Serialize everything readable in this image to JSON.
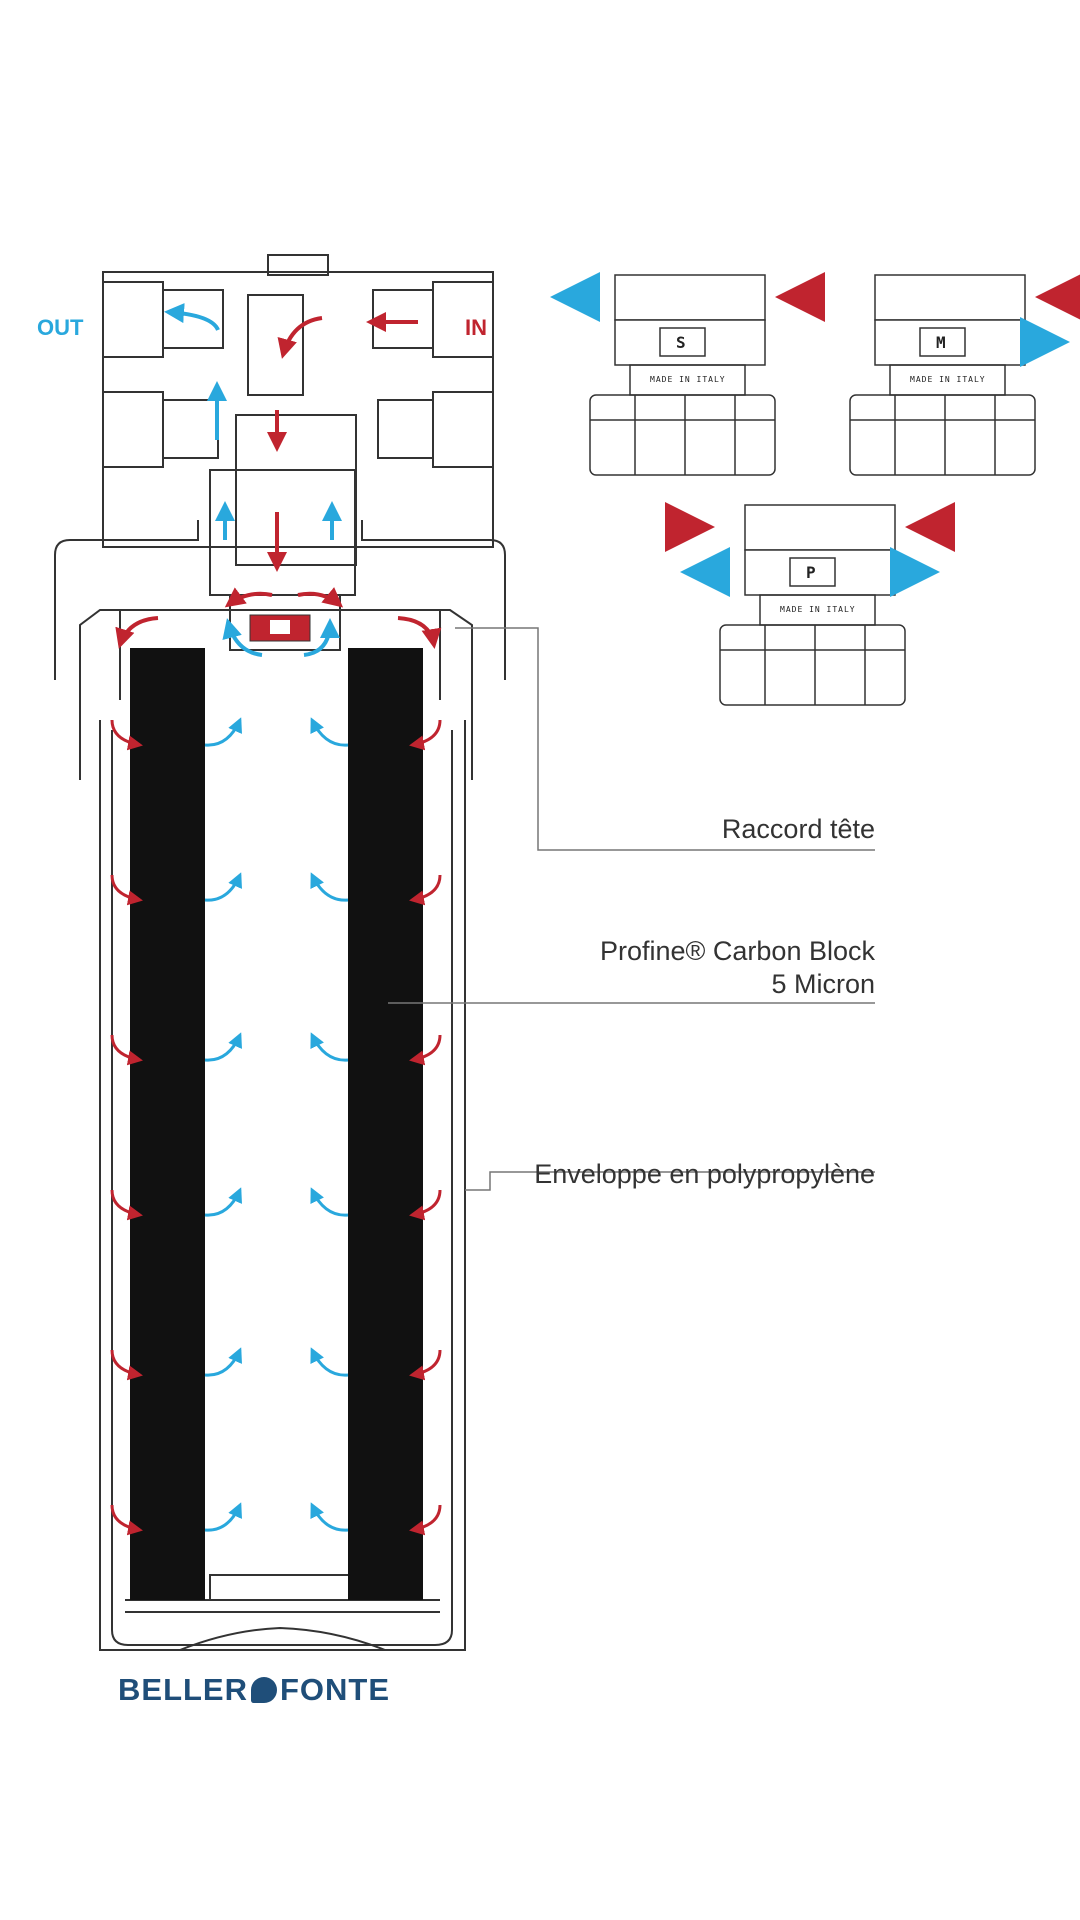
{
  "ports": {
    "out": "OUT",
    "in": "IN"
  },
  "labels": {
    "head": "Raccord tête",
    "block_line1": "Profine® Carbon Block",
    "block_line2": "5 Micron",
    "shell": "Enveloppe en polypropylène"
  },
  "heads": [
    {
      "letter": "S",
      "made_in": "MADE IN ITALY"
    },
    {
      "letter": "M",
      "made_in": "MADE IN ITALY"
    },
    {
      "letter": "P",
      "made_in": "MADE IN ITALY"
    }
  ],
  "brand": {
    "left": "BELLER",
    "right": "FONTE"
  },
  "colors": {
    "red": "#c0242f",
    "blue": "#29a8dd",
    "brand": "#1f4e79",
    "block": "#111111",
    "outline": "#333333"
  }
}
